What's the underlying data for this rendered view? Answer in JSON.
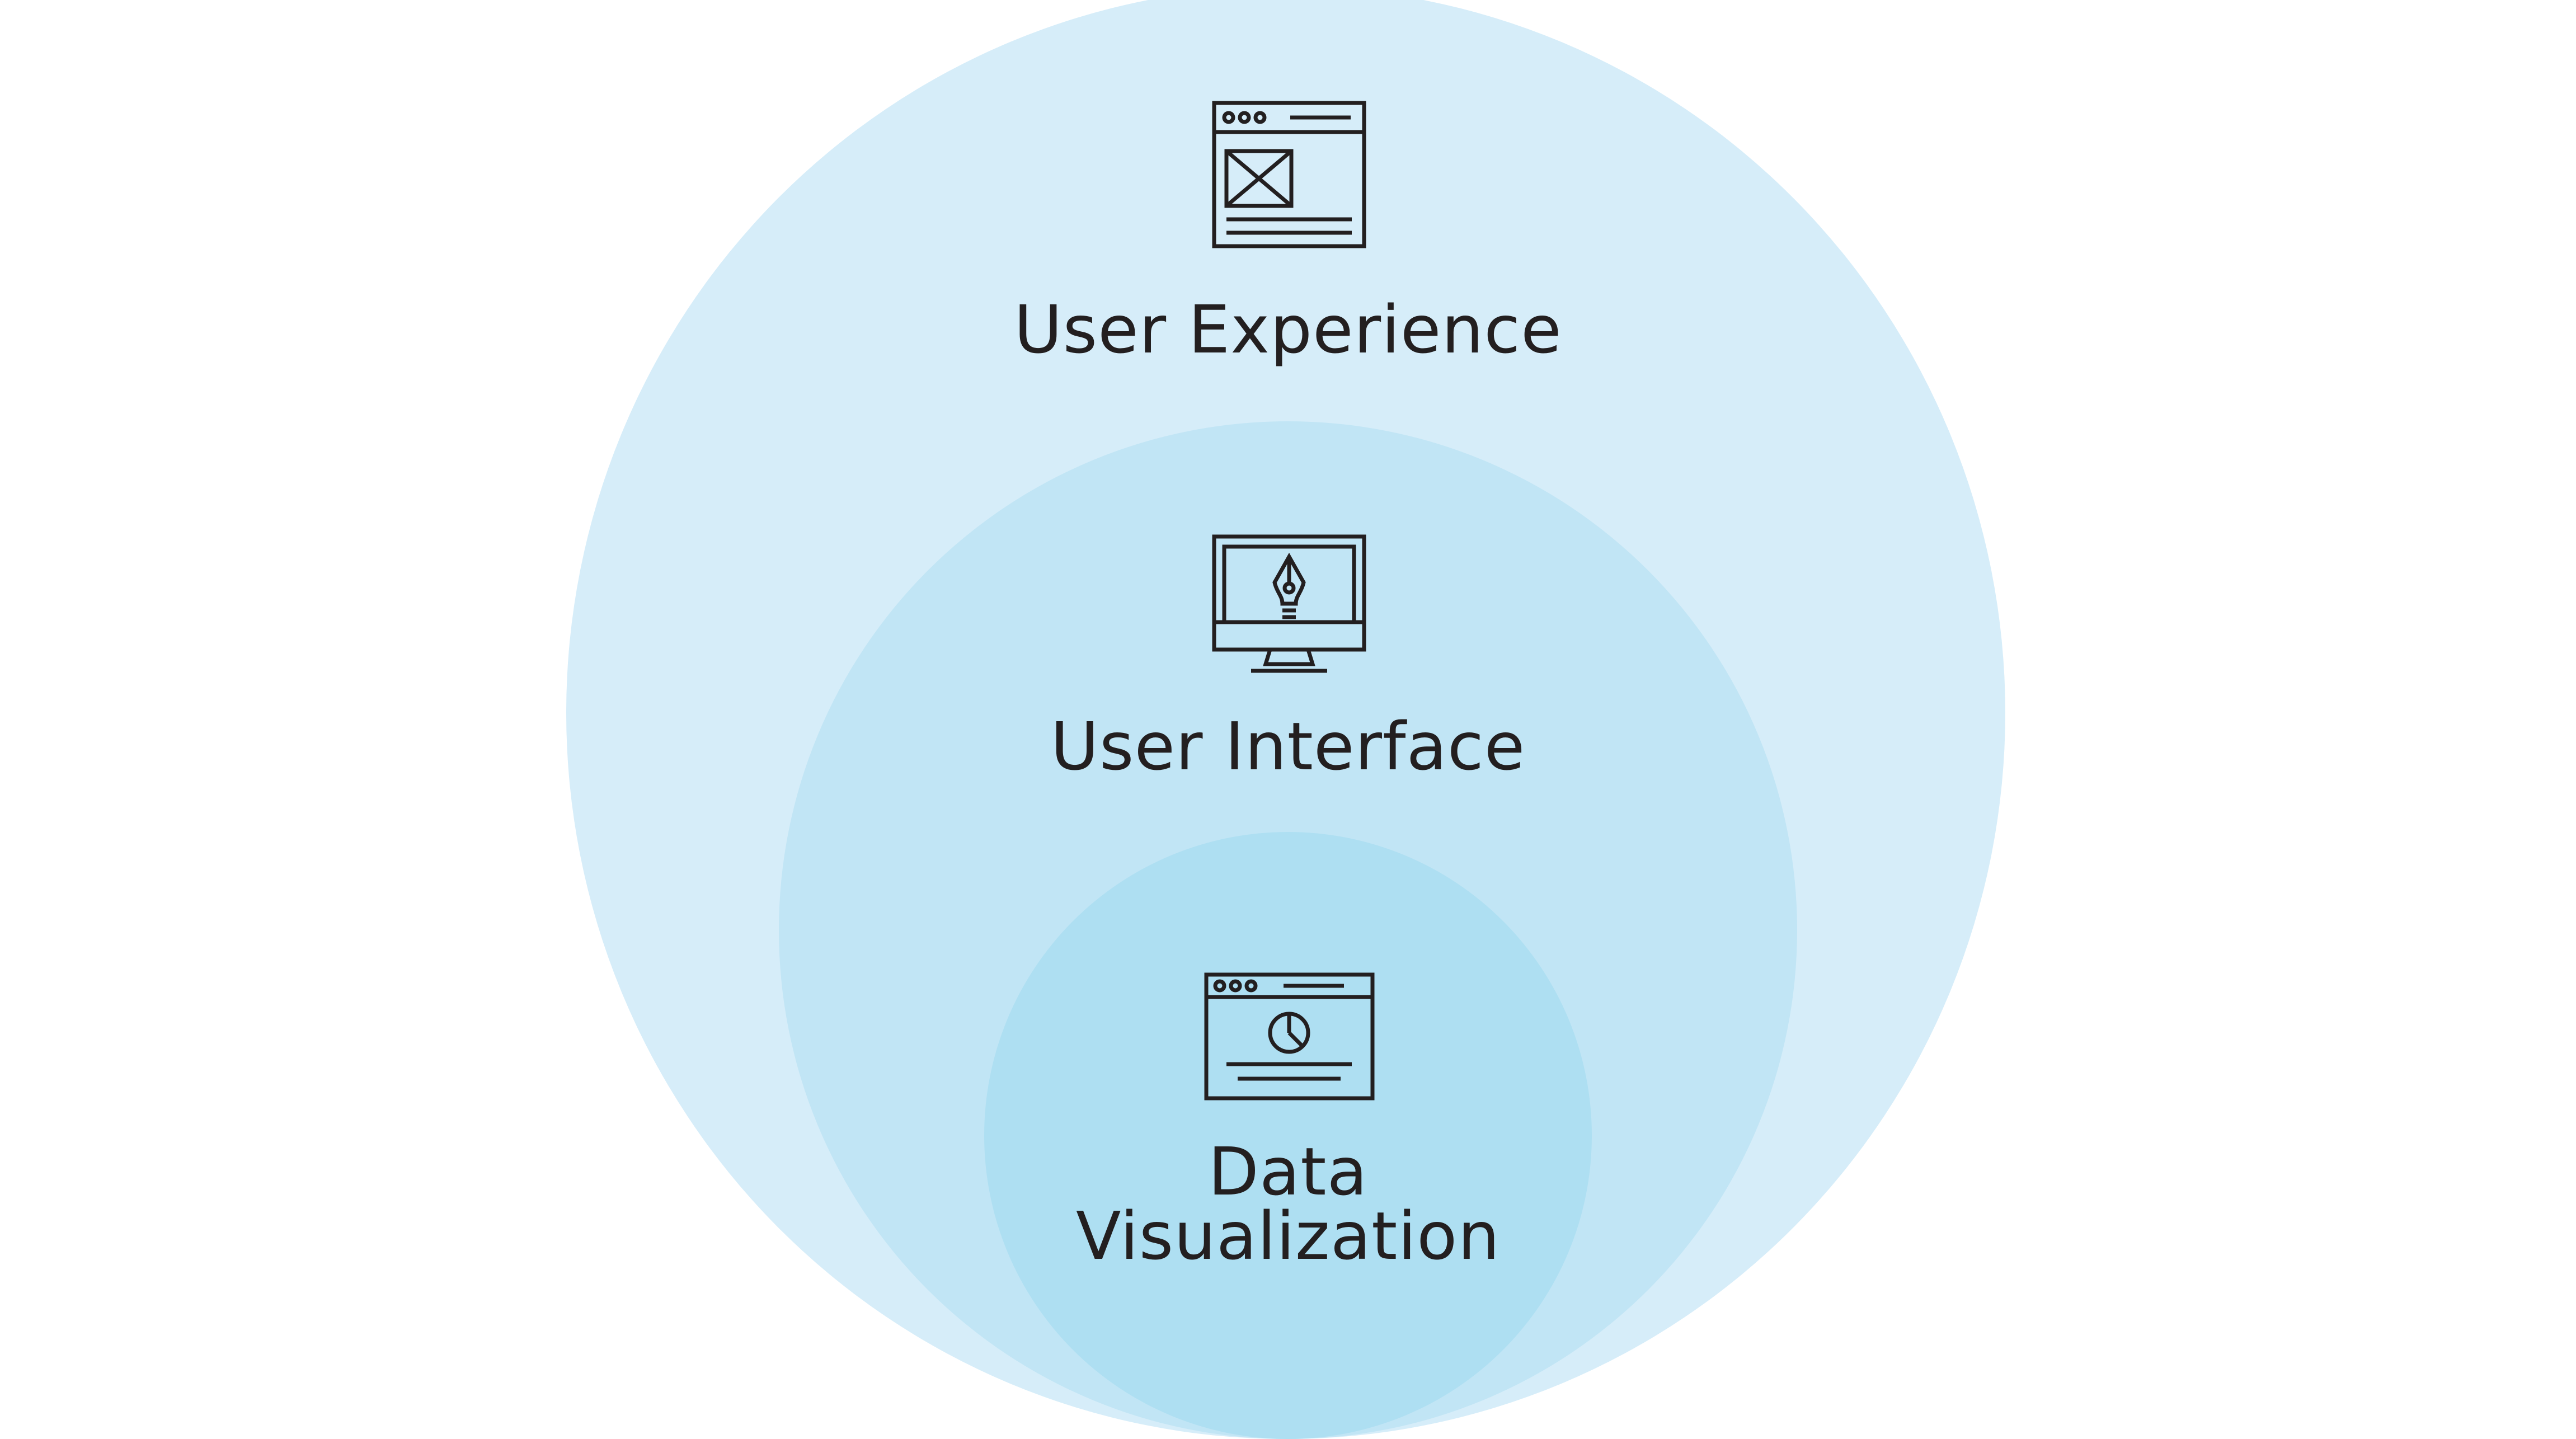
{
  "colors": {
    "background": "#ffffff",
    "outer_circle": "#d6edf9",
    "middle_circle": "#c1e5f5",
    "inner_circle": "#aedff2",
    "icon_stroke": "#231f20",
    "text": "#231f20"
  },
  "diagram": {
    "levels": [
      {
        "label": "User Experience",
        "icon": "web-page-wireframe-icon"
      },
      {
        "label": "User Interface",
        "icon": "monitor-pen-tool-icon"
      },
      {
        "label_line1": "Data",
        "label_line2": "Visualization",
        "icon": "browser-pie-chart-icon"
      }
    ]
  }
}
